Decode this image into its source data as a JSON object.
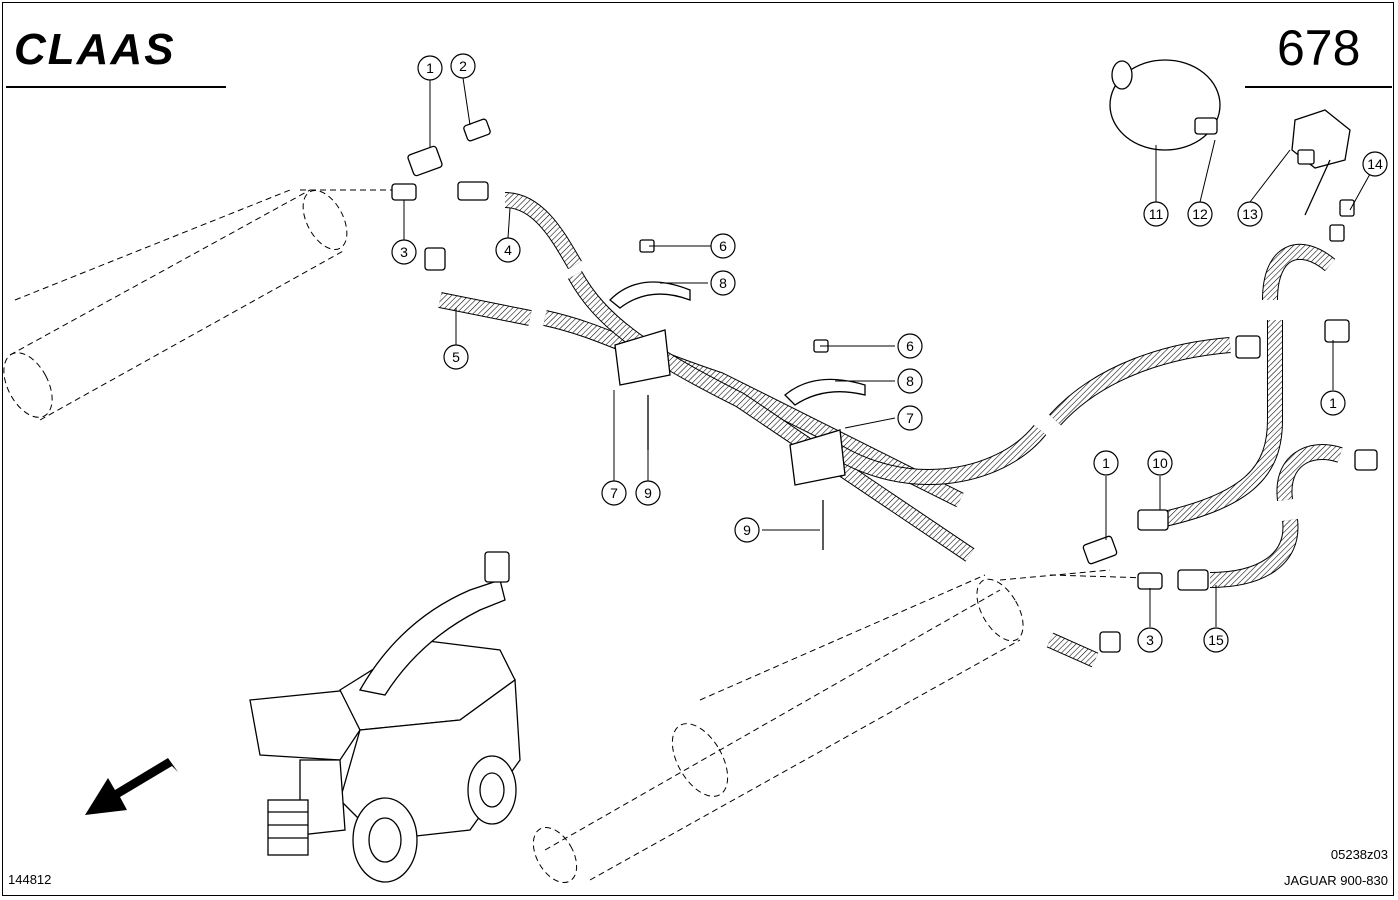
{
  "header": {
    "brand": "CLAAS",
    "page_number": "678"
  },
  "footer": {
    "left_code": "144812",
    "drawing_code": "05238z03",
    "model": "JAGUAR 900-830"
  },
  "callouts": {
    "c1a": "1",
    "c2": "2",
    "c3a": "3",
    "c4": "4",
    "c5": "5",
    "c6a": "6",
    "c8a": "8",
    "c6b": "6",
    "c8b": "8",
    "c7b": "7",
    "c7a": "7",
    "c9a": "9",
    "c9b": "9",
    "c11": "11",
    "c12": "12",
    "c13": "13",
    "c14": "14",
    "c1b": "1",
    "c1c": "1",
    "c10": "10",
    "c3b": "3",
    "c15": "15"
  },
  "colors": {
    "line": "#000000",
    "hose_fill": "#d9d9d9",
    "background": "#ffffff"
  },
  "icons": {
    "direction_arrow": "arrow-icon",
    "machine": "forage-harvester-icon"
  }
}
